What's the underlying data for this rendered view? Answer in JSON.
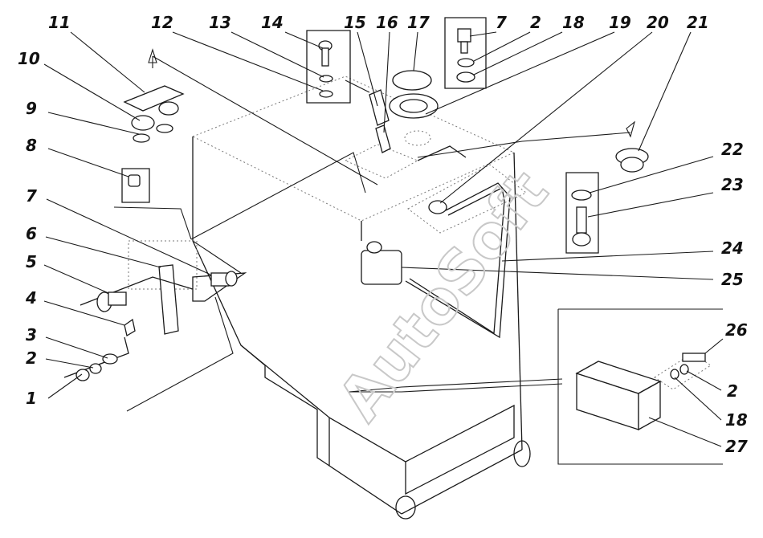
{
  "watermark": "AutoSoft",
  "callouts": [
    {
      "id": "c1",
      "label": "1"
    },
    {
      "id": "c2",
      "label": "2"
    },
    {
      "id": "c3",
      "label": "3"
    },
    {
      "id": "c4",
      "label": "4"
    },
    {
      "id": "c5",
      "label": "5"
    },
    {
      "id": "c6",
      "label": "6"
    },
    {
      "id": "c7",
      "label": "7"
    },
    {
      "id": "c8",
      "label": "8"
    },
    {
      "id": "c9",
      "label": "9"
    },
    {
      "id": "c10",
      "label": "10"
    },
    {
      "id": "c11",
      "label": "11"
    },
    {
      "id": "c12",
      "label": "12"
    },
    {
      "id": "c13",
      "label": "13"
    },
    {
      "id": "c14",
      "label": "14"
    },
    {
      "id": "c15",
      "label": "15"
    },
    {
      "id": "c16",
      "label": "16"
    },
    {
      "id": "c17",
      "label": "17"
    },
    {
      "id": "c7b",
      "label": "7"
    },
    {
      "id": "c2b",
      "label": "2"
    },
    {
      "id": "c18",
      "label": "18"
    },
    {
      "id": "c19",
      "label": "19"
    },
    {
      "id": "c20",
      "label": "20"
    },
    {
      "id": "c21",
      "label": "21"
    },
    {
      "id": "c22",
      "label": "22"
    },
    {
      "id": "c23",
      "label": "23"
    },
    {
      "id": "c24",
      "label": "24"
    },
    {
      "id": "c25",
      "label": "25"
    },
    {
      "id": "c26",
      "label": "26"
    },
    {
      "id": "c2c",
      "label": "2"
    },
    {
      "id": "c18b",
      "label": "18"
    },
    {
      "id": "c27",
      "label": "27"
    }
  ]
}
